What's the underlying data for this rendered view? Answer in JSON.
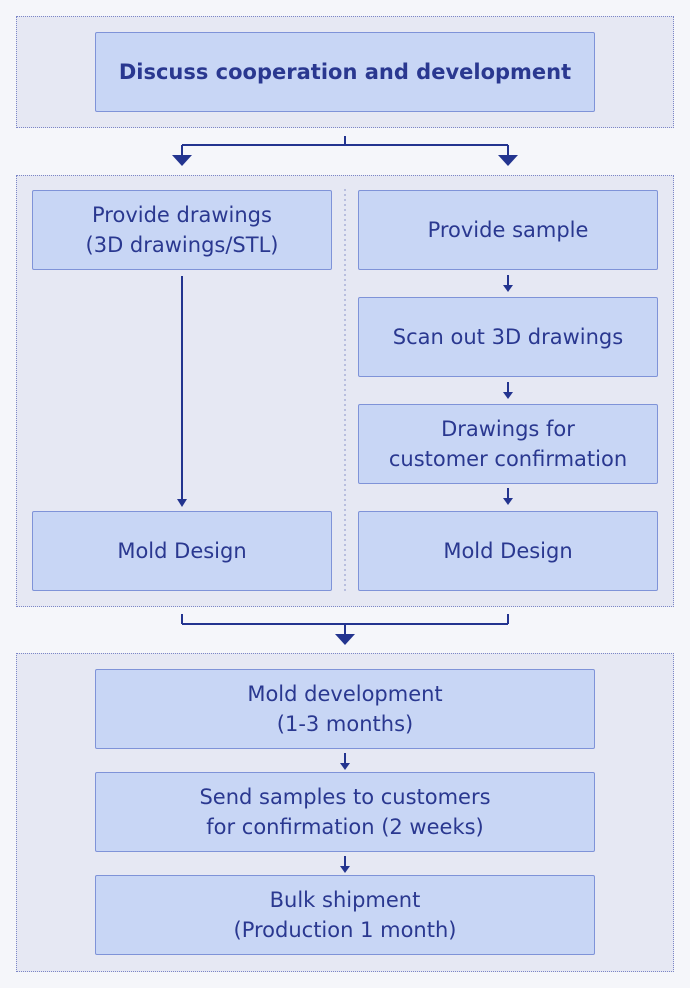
{
  "title_box": "Discuss cooperation and development",
  "left_branch": {
    "drawings": [
      "Provide drawings",
      "(3D drawings/STL)"
    ],
    "mold_design": "Mold Design"
  },
  "right_branch": {
    "sample": "Provide sample",
    "scan": "Scan out 3D drawings",
    "confirm": [
      "Drawings for",
      "customer confirmation"
    ],
    "mold_design": "Mold Design"
  },
  "bottom": {
    "mold_dev": [
      "Mold development",
      "(1-3 months)"
    ],
    "send_samples": [
      "Send samples to customers",
      "for confirmation (2 weeks)"
    ],
    "bulk": [
      "Bulk shipment",
      "(Production 1 month)"
    ]
  },
  "colors": {
    "box_fill": "#c8d6f5",
    "box_border": "#7f93d8",
    "panel_fill": "#e6e8f3",
    "text": "#2a3890",
    "arrow": "#23348f"
  }
}
